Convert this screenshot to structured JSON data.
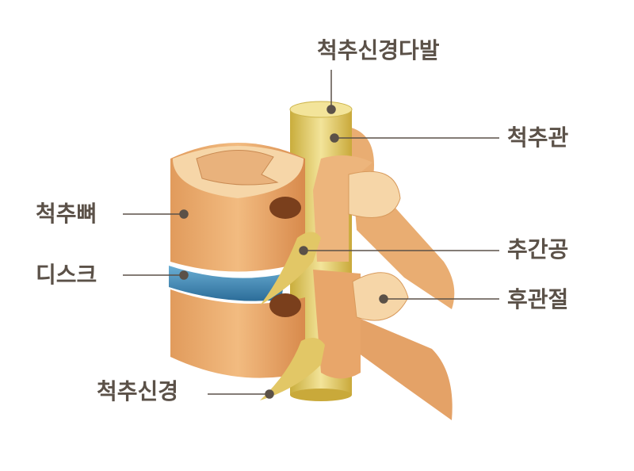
{
  "labels": {
    "nerve_bundle": "척추신경다발",
    "spinal_canal": "척추관",
    "vertebra": "척추뼈",
    "foramen": "추간공",
    "disc": "디스크",
    "facet_joint": "후관절",
    "spinal_nerve": "척추신경"
  },
  "colors": {
    "label_text": "#5b5148",
    "leader_line": "#5b5148",
    "bone": "#e9a86a",
    "bone_light": "#f6d6a8",
    "disc": "#3f86b4",
    "nerve": "#e6d17a"
  }
}
